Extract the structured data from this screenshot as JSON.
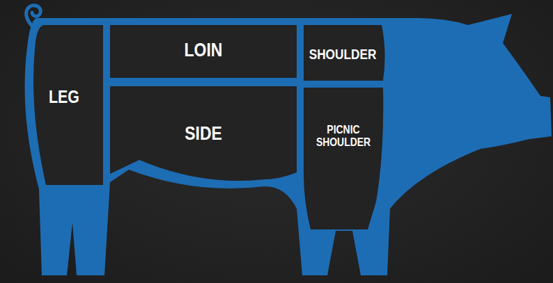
{
  "diagram": {
    "labels": [
      "LOIN",
      "SHOULDER",
      "LEG",
      "SIDE",
      "PICNIC SHOULDER"
    ]
  }
}
